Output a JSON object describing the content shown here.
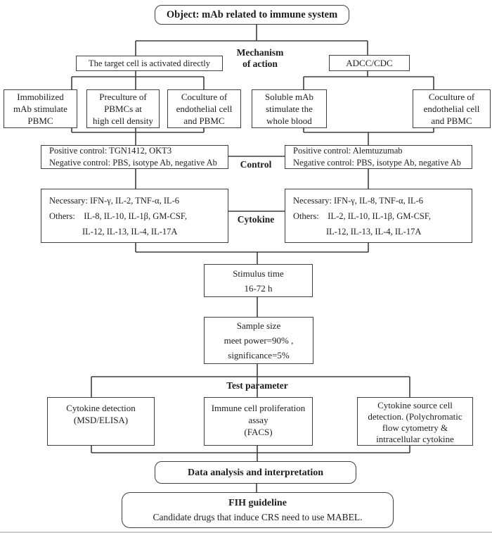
{
  "object_box": "Object: mAb related to immune system",
  "mechanism_label": {
    "line1": "Mechanism",
    "line2": "of action"
  },
  "left_branch": {
    "title": "The target cell is activated directly",
    "method1": {
      "line1": "Immobilized",
      "line2": "mAb stimulate",
      "line3": "PBMC"
    },
    "method2": {
      "line1": "Preculture of",
      "line2": "PBMCs at",
      "line3": "high cell density"
    },
    "method3": {
      "line1": "Coculture of",
      "line2": "endothelial cell",
      "line3": "and PBMC"
    },
    "control": {
      "line1": "Positive control: TGN1412, OKT3",
      "line2": "Negative control: PBS, isotype Ab, negative Ab"
    },
    "cytokine": {
      "line1": "Necessary: IFN-γ, IL-2, TNF-α, IL-6",
      "line2": "Others:    IL-8, IL-10, IL-1β, GM-CSF,",
      "line3": "IL-12, IL-13, IL-4, IL-17A"
    }
  },
  "right_branch": {
    "title": "ADCC/CDC",
    "method1": {
      "line1": "Soluble mAb",
      "line2": "stimulate the",
      "line3": "whole blood"
    },
    "method2": {
      "line1": "Coculture of",
      "line2": "endothelial cell",
      "line3": "and PBMC"
    },
    "control": {
      "line1": "Positive control: Alemtuzumab",
      "line2": "Negative control: PBS, isotype Ab, negative Ab"
    },
    "cytokine": {
      "line1": "Necessary: IFN-γ, IL-8, TNF-α, IL-6",
      "line2": "Others:    IL-2, IL-10, IL-1β, GM-CSF,",
      "line3": "IL-12, IL-13, IL-4, IL-17A"
    }
  },
  "side_labels": {
    "control": "Control",
    "cytokine": "Cytokine",
    "test_parameter": "Test parameter"
  },
  "stimulus_box": {
    "line1": "Stimulus time",
    "line2": "16-72 h"
  },
  "sample_box": {
    "line1": "Sample size",
    "line2": "meet power=90% ,",
    "line3": "significance=5%"
  },
  "test_boxes": {
    "cytokine_detection": {
      "line1": "Cytokine detection",
      "line2": "(MSD/ELISA)"
    },
    "proliferation_assay": {
      "line1": "Immune cell proliferation",
      "line2": "assay",
      "line3": "(FACS)"
    },
    "source_cell": {
      "line1": "Cytokine source cell",
      "line2": "detection. (Polychromatic",
      "line3": "flow cytometry &",
      "line4": "intracellular cytokine"
    }
  },
  "analysis_box": "Data analysis and interpretation",
  "fih_box": {
    "line1": "FIH guideline",
    "line2": "Candidate drugs that induce CRS need to use MABEL."
  },
  "colors": {
    "background": "#ffffff",
    "line": "#3e3e3e",
    "text": "#1d1d1d"
  }
}
